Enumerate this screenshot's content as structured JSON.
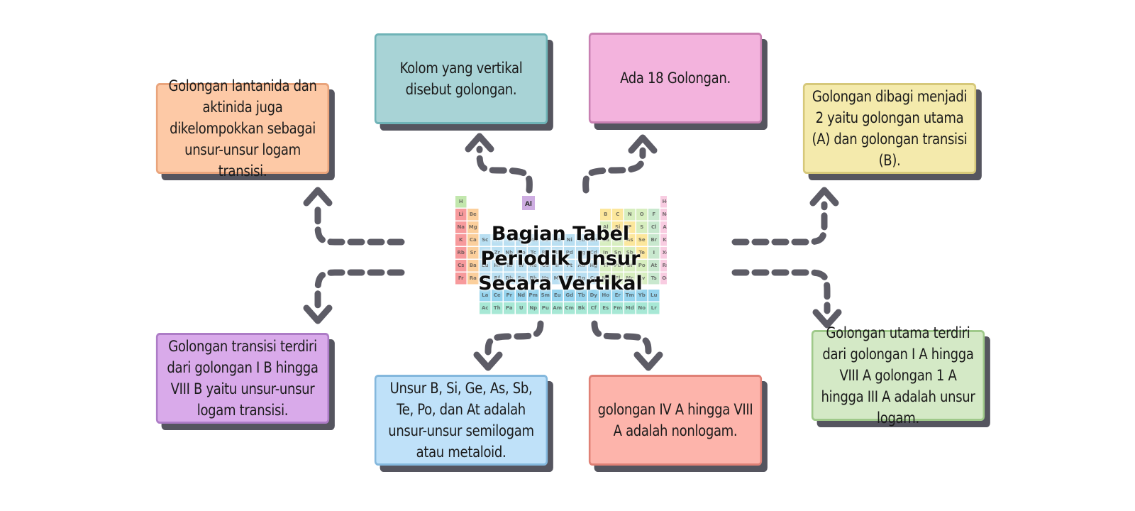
{
  "colors": {
    "arrow": "#5d5c66",
    "shadow": "#55555f"
  },
  "hub": {
    "title_lines": [
      "Bagian Tabel",
      "Periodik Unsur",
      "Secara Vertikal"
    ],
    "periodic_table": {
      "top_left": [
        "H",
        "Li",
        "Be",
        "Na",
        "Mg",
        "K",
        "Ca",
        "Rb",
        "Sr",
        "Cs",
        "Ba",
        "Fr",
        "Ra"
      ],
      "transition_row": [
        "Sc",
        "Ti",
        "V",
        "Cr",
        "Mn",
        "Fe",
        "Co",
        "Ni",
        "Cu",
        "Zn",
        "Y",
        "Zr",
        "Nb",
        "Mo",
        "Tc",
        "Ru",
        "Rh",
        "Pd",
        "Ag",
        "Cd",
        "Lu",
        "Hf",
        "Ta",
        "W",
        "Re",
        "Os",
        "Ir",
        "Pt",
        "Au",
        "Hg",
        "Lr",
        "Rf",
        "Db",
        "Sg",
        "Bh",
        "Hs",
        "Mt",
        "Ds",
        "Rg",
        "Cn"
      ],
      "p_block": [
        "He",
        "B",
        "C",
        "N",
        "O",
        "F",
        "Ne",
        "Al",
        "Si",
        "P",
        "S",
        "Cl",
        "Ar",
        "Ga",
        "Ge",
        "As",
        "Se",
        "Br",
        "Kr",
        "In",
        "Sn",
        "Sb",
        "Te",
        "I",
        "Xe",
        "Tl",
        "Pb",
        "Bi",
        "Po",
        "At",
        "Rn",
        "Nh",
        "Fl",
        "Mc",
        "Lv",
        "Ts",
        "Og"
      ],
      "lanthanides": [
        "La",
        "Ce",
        "Pr",
        "Nd",
        "Pm",
        "Sm",
        "Eu",
        "Gd",
        "Tb",
        "Dy",
        "Ho",
        "Er",
        "Tm",
        "Yb",
        "Lu"
      ],
      "actinides": [
        "Ac",
        "Th",
        "Pa",
        "U",
        "Np",
        "Pu",
        "Am",
        "Cm",
        "Bk",
        "Cf",
        "Es",
        "Fm",
        "Md",
        "No",
        "Lr"
      ],
      "legend_element": "Al"
    }
  },
  "cards": [
    {
      "id": "lantanida",
      "text": "Golongan lantanida dan aktinida juga dikelompokkan sebagai unsur-unsur logam transisi.",
      "fill": "#fdc9a6",
      "border": "#e9a47c"
    },
    {
      "id": "kolom-vertikal",
      "text": "Kolom yang vertikal disebut golongan.",
      "fill": "#a8d3d6",
      "border": "#6fb3b7"
    },
    {
      "id": "delapan-belas",
      "text": "Ada 18 Golongan.",
      "fill": "#f3b3dd",
      "border": "#c980b2"
    },
    {
      "id": "dibagi-dua",
      "text": "Golongan dibagi menjadi 2 yaitu golongan utama (A) dan golongan transisi (B).",
      "fill": "#f4eaac",
      "border": "#d6c87a"
    },
    {
      "id": "transisi",
      "text": "Golongan transisi terdiri dari golongan I B hingga VIII B yaitu unsur-unsur logam transisi.",
      "fill": "#d9aaea",
      "border": "#ad7cc6"
    },
    {
      "id": "metaloid",
      "text": "Unsur B, Si, Ge, As, Sb, Te, Po, dan At adalah unsur-unsur semilogam atau metaloid.",
      "fill": "#bfe1f9",
      "border": "#84b8dd"
    },
    {
      "id": "nonlogam",
      "text": "golongan IV A hingga VIII A adalah nonlogam.",
      "fill": "#fdb4ab",
      "border": "#e08176"
    },
    {
      "id": "utama",
      "text": "Golongan utama terdiri dari golongan I A hingga VIII A golongan 1 A hingga III A adalah unsur logam.",
      "fill": "#d4e9c6",
      "border": "#9fc98a"
    }
  ]
}
